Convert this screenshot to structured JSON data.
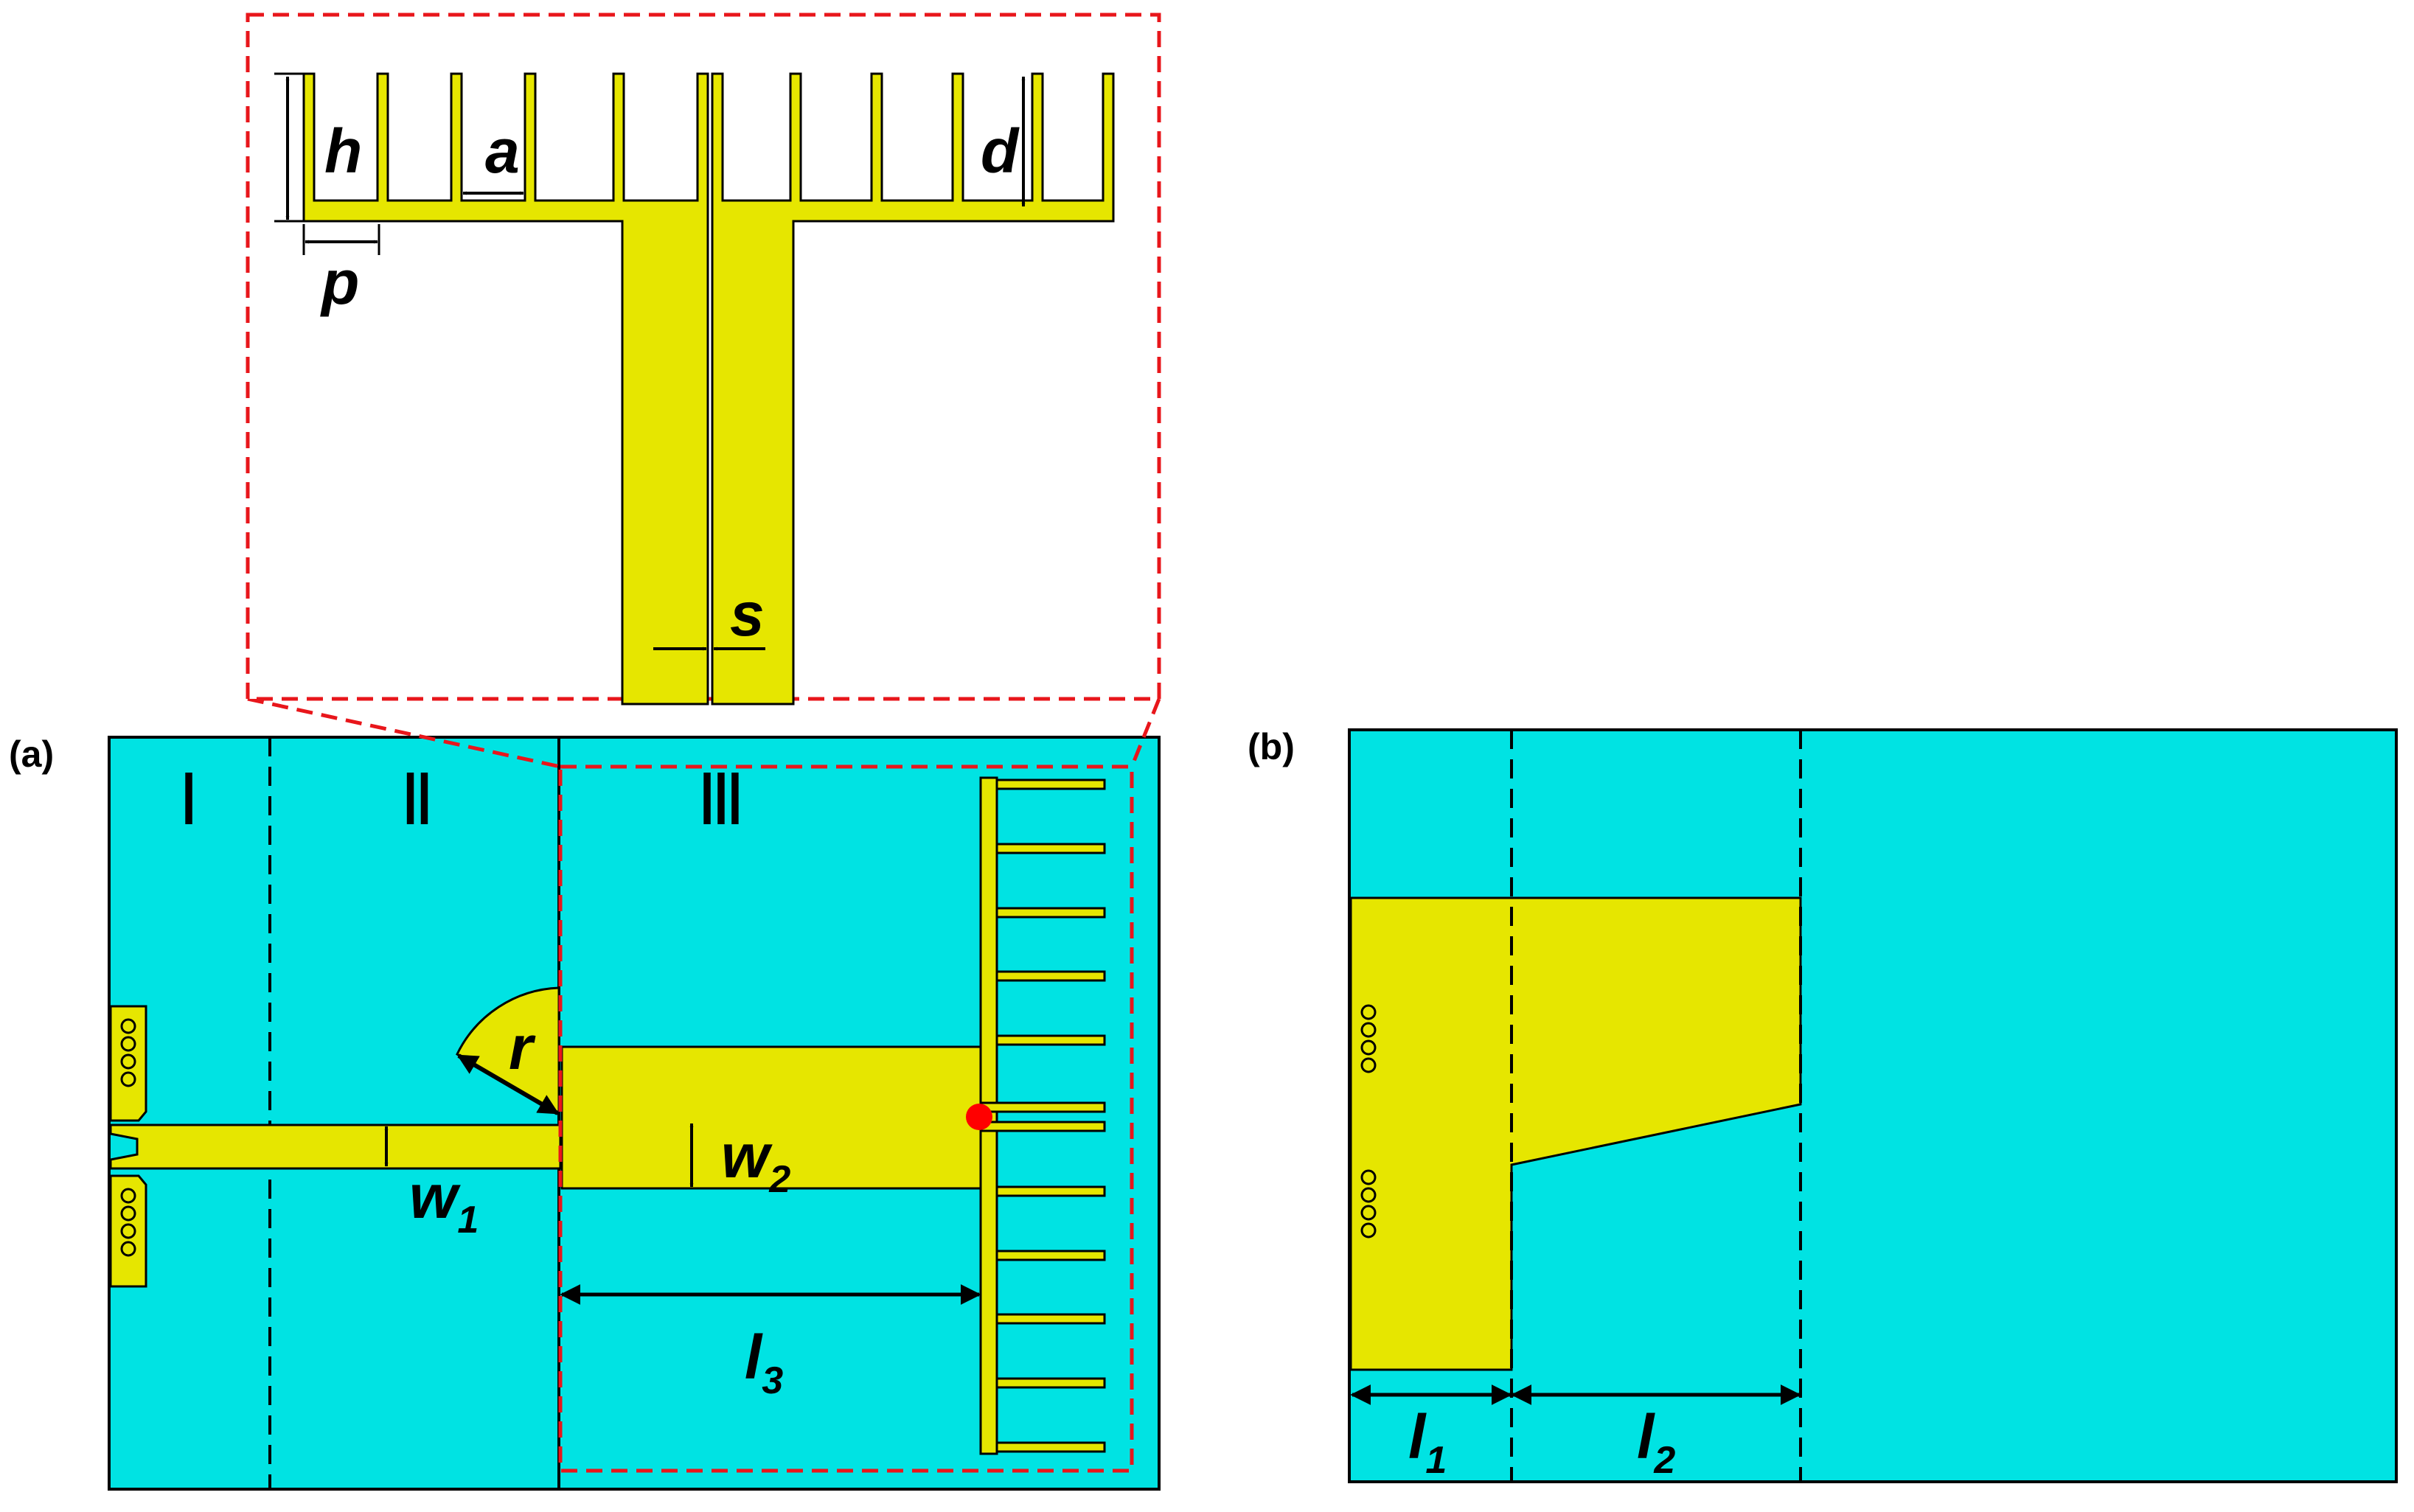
{
  "panels": [
    {
      "id": "a",
      "label": "(a)"
    },
    {
      "id": "b",
      "label": "(b)"
    }
  ],
  "regions": [
    "Ⅰ",
    "Ⅱ",
    "Ⅲ"
  ],
  "dimensions": {
    "h": {
      "main": "h",
      "sub": ""
    },
    "a": {
      "main": "a",
      "sub": ""
    },
    "d": {
      "main": "d",
      "sub": ""
    },
    "p": {
      "main": "p",
      "sub": ""
    },
    "s": {
      "main": "s",
      "sub": ""
    },
    "r": {
      "main": "r",
      "sub": ""
    },
    "w1": {
      "main": "w",
      "sub": "1"
    },
    "w2": {
      "main": "w",
      "sub": "2"
    },
    "l1": {
      "main": "l",
      "sub": "1"
    },
    "l2": {
      "main": "l",
      "sub": "2"
    },
    "l3": {
      "main": "l",
      "sub": "3"
    }
  },
  "colors": {
    "substrate": "#00E3E3",
    "metal": "#E6E600",
    "outline": "#000000",
    "zoom_box": "#E8161B",
    "feed_point": "#FF0000"
  }
}
